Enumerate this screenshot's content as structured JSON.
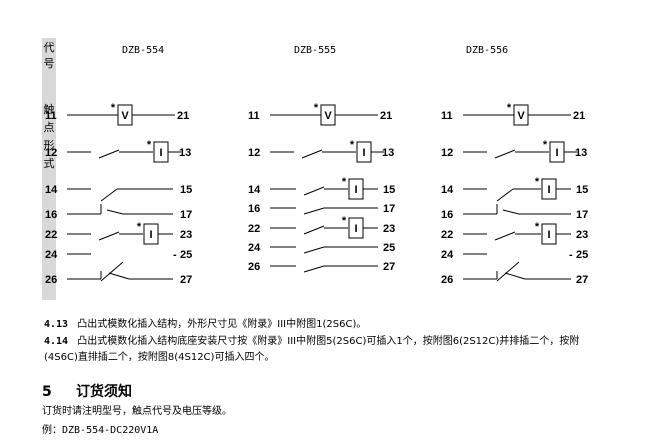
{
  "side_label": [
    "代",
    "号",
    "触",
    "点",
    "形",
    "式"
  ],
  "models": [
    "DZB-554",
    "DZB-555",
    "DZB-556"
  ],
  "terminals": [
    "11",
    "21",
    "12",
    "13",
    "14",
    "15",
    "16",
    "17",
    "22",
    "23",
    "24",
    "25",
    "26",
    "27"
  ],
  "coil_v": "V",
  "coil_i": "I",
  "asterisk": "*",
  "dash": "-",
  "para_413": {
    "no": "4.13",
    "text": "凸出式模数化插入结构，外形尺寸见《附录》III中附图1(2S6C)。"
  },
  "para_414": {
    "no": "4.14",
    "line1": "凸出式模数化插入结构底座安装尺寸按《附录》III中附图5(2S6C)可插入1个，按附图6(2S12C)并排插二个，按附",
    "line2": "(4S6C)直排插二个，按附图8(4S12C)可插入四个。"
  },
  "section": {
    "number": "5",
    "title": "订货须知"
  },
  "order_text": "订货时请注明型号，触点代号及电压等级。",
  "example": {
    "label": "例：",
    "code": "DZB-554-DC220V1A"
  }
}
